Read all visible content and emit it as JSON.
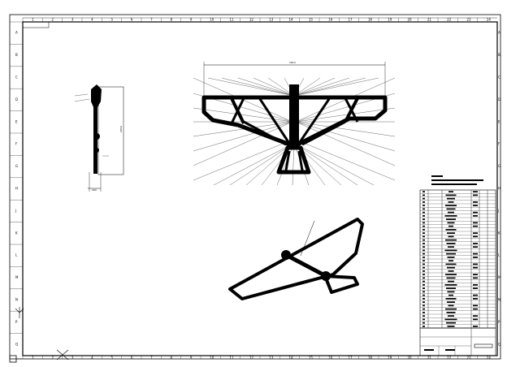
{
  "drawing": {
    "top_dimension": "1810",
    "side_height_dimension": "2950",
    "side_width_dimension": "400"
  },
  "border": {
    "top_zones": [
      "1",
      "2",
      "3",
      "4",
      "5",
      "6",
      "7",
      "8",
      "9",
      "10",
      "11",
      "12",
      "13",
      "14",
      "15",
      "16",
      "17",
      "18",
      "19",
      "20",
      "21",
      "22",
      "23",
      "24"
    ],
    "bottom_zones": [
      "1",
      "2",
      "3",
      "4",
      "5",
      "6",
      "7",
      "8",
      "9",
      "10",
      "11",
      "12",
      "13",
      "14",
      "15",
      "16",
      "17",
      "18",
      "19",
      "20",
      "21",
      "22",
      "23",
      "24"
    ],
    "side_zones": [
      "A",
      "B",
      "C",
      "D",
      "E",
      "F",
      "G",
      "H",
      "J",
      "K",
      "L",
      "M",
      "N",
      "P",
      "Q"
    ]
  },
  "parts_table": {
    "rows": 40
  }
}
